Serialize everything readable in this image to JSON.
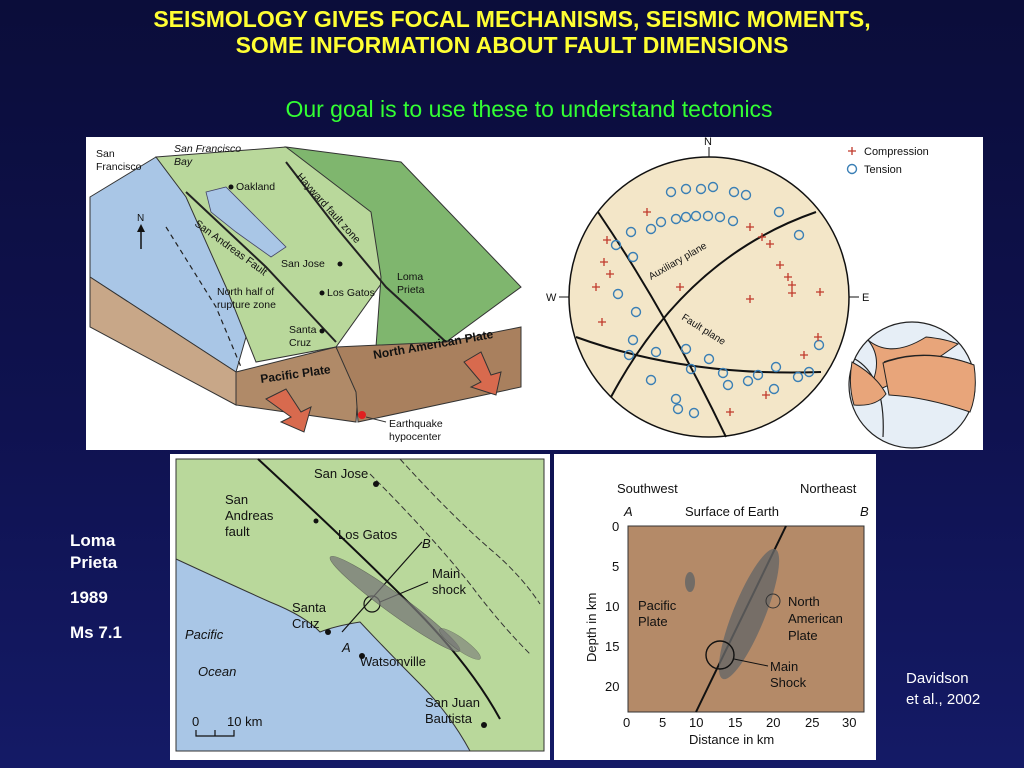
{
  "slide": {
    "title_line1": "SEISMOLOGY GIVES FOCAL MECHANISMS, SEISMIC MOMENTS,",
    "title_line2": "SOME INFORMATION ABOUT FAULT DIMENSIONS",
    "subtitle": "Our goal is to use these to understand tectonics",
    "side_label": [
      "Loma",
      "Prieta",
      "1989",
      "Ms 7.1"
    ],
    "credit": [
      "Davidson",
      "et al., 2002"
    ]
  },
  "block_diagram": {
    "labels": {
      "san_francisco": [
        "San",
        "Francisco"
      ],
      "sf_bay": [
        "San Francisco",
        "Bay"
      ],
      "oakland": "Oakland",
      "hayward": "Hayward fault zone",
      "san_andreas": "San Andreas Fault",
      "san_jose": "San Jose",
      "loma_prieta": [
        "Loma",
        "Prieta"
      ],
      "north_half": [
        "North half of",
        "rupture zone"
      ],
      "los_gatos": "Los Gatos",
      "santa_cruz": [
        "Santa",
        "Cruz"
      ],
      "north_american_plate": "North American Plate",
      "pacific_plate": "Pacific Plate",
      "hypocenter": [
        "Earthquake",
        "hypocenter"
      ],
      "north": "N"
    },
    "colors": {
      "ocean": "#a9c6e6",
      "land_low": "#b9d89b",
      "land_high": "#7fb66e",
      "crust": "#a9805e"
    }
  },
  "stereonet": {
    "compass": {
      "n": "N",
      "e": "E",
      "w": "W"
    },
    "legend": {
      "compression": "Compression",
      "tension": "Tension"
    },
    "planes": {
      "auxiliary": "Auxiliary plane",
      "fault": "Fault plane"
    },
    "colors": {
      "compression": "#c0392b",
      "tension": "#3a7fb5",
      "beach_ball": "#e8a57a"
    }
  },
  "map": {
    "labels": {
      "san_jose": "San Jose",
      "san_andreas": [
        "San",
        "Andreas",
        "fault"
      ],
      "los_gatos": "Los Gatos",
      "b": "B",
      "main_shock": [
        "Main",
        "shock"
      ],
      "santa_cruz": [
        "Santa",
        "Cruz"
      ],
      "pacific_ocean": [
        "Pacific",
        "Ocean"
      ],
      "a": "A",
      "watsonville": "Watsonville",
      "san_juan": [
        "San Juan",
        "Bautista"
      ],
      "scale": {
        "zero": "0",
        "ten": "10 km"
      }
    }
  },
  "cross_section": {
    "southwest": "Southwest",
    "northeast": "Northeast",
    "a": "A",
    "b": "B",
    "surface": "Surface of Earth",
    "ylabel": "Depth in km",
    "xlabel": "Distance in km",
    "x_ticks": [
      "0",
      "5",
      "10",
      "15",
      "20",
      "25",
      "30"
    ],
    "y_ticks": [
      "0",
      "5",
      "10",
      "15",
      "20"
    ],
    "pacific_plate": [
      "Pacific",
      "Plate"
    ],
    "north_american": [
      "North",
      "American",
      "Plate"
    ],
    "main_shock": [
      "Main",
      "Shock"
    ]
  }
}
